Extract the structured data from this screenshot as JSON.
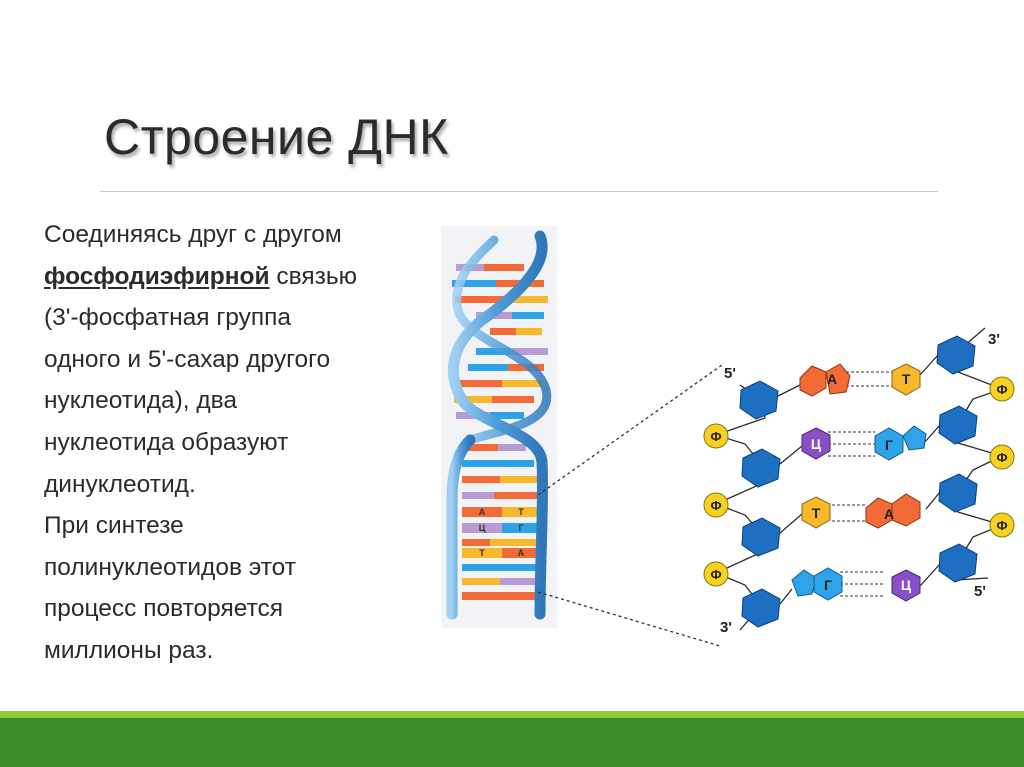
{
  "title": "Строение ДНК",
  "body": {
    "line1": "Соединяясь друг с другом",
    "line2_bold": "фосфодиэфирной",
    "line2_rest": " связью",
    "line3": "(3'-фосфатная группа",
    "line4": "одного и 5'-сахар другого",
    "line5": "нуклеотида), два",
    "line6": "нуклеотида образуют",
    "line7": "динуклеотид.",
    "line8": "При синтезе",
    "line9": "полинуклеотидов этот",
    "line10": "процесс повторяется",
    "line11": "миллионы раз."
  },
  "helix": {
    "labels": [
      "А",
      "Т",
      "Ц",
      "Г",
      "Т",
      "А"
    ]
  },
  "diagram": {
    "end_5_top": "5'",
    "end_3_top": "3'",
    "end_3_bottom": "3'",
    "end_5_bottom": "5'",
    "phosphate": "Ф",
    "pairs": [
      {
        "left": "А",
        "right": "Т"
      },
      {
        "left": "Ц",
        "right": "Г"
      },
      {
        "left": "Т",
        "right": "А"
      },
      {
        "left": "Г",
        "right": "Ц"
      }
    ]
  },
  "colors": {
    "strand": "#4f9bd6",
    "sugar": "#1d6fc2",
    "phosphate": "#f6d21f",
    "adenine": "#f26a35",
    "thymine": "#f7b92b",
    "cytosine": "#8a4fc6",
    "guanine": "#2ea3e8",
    "footer": "#3b8d2a",
    "footer_light": "#8fcc3b"
  }
}
